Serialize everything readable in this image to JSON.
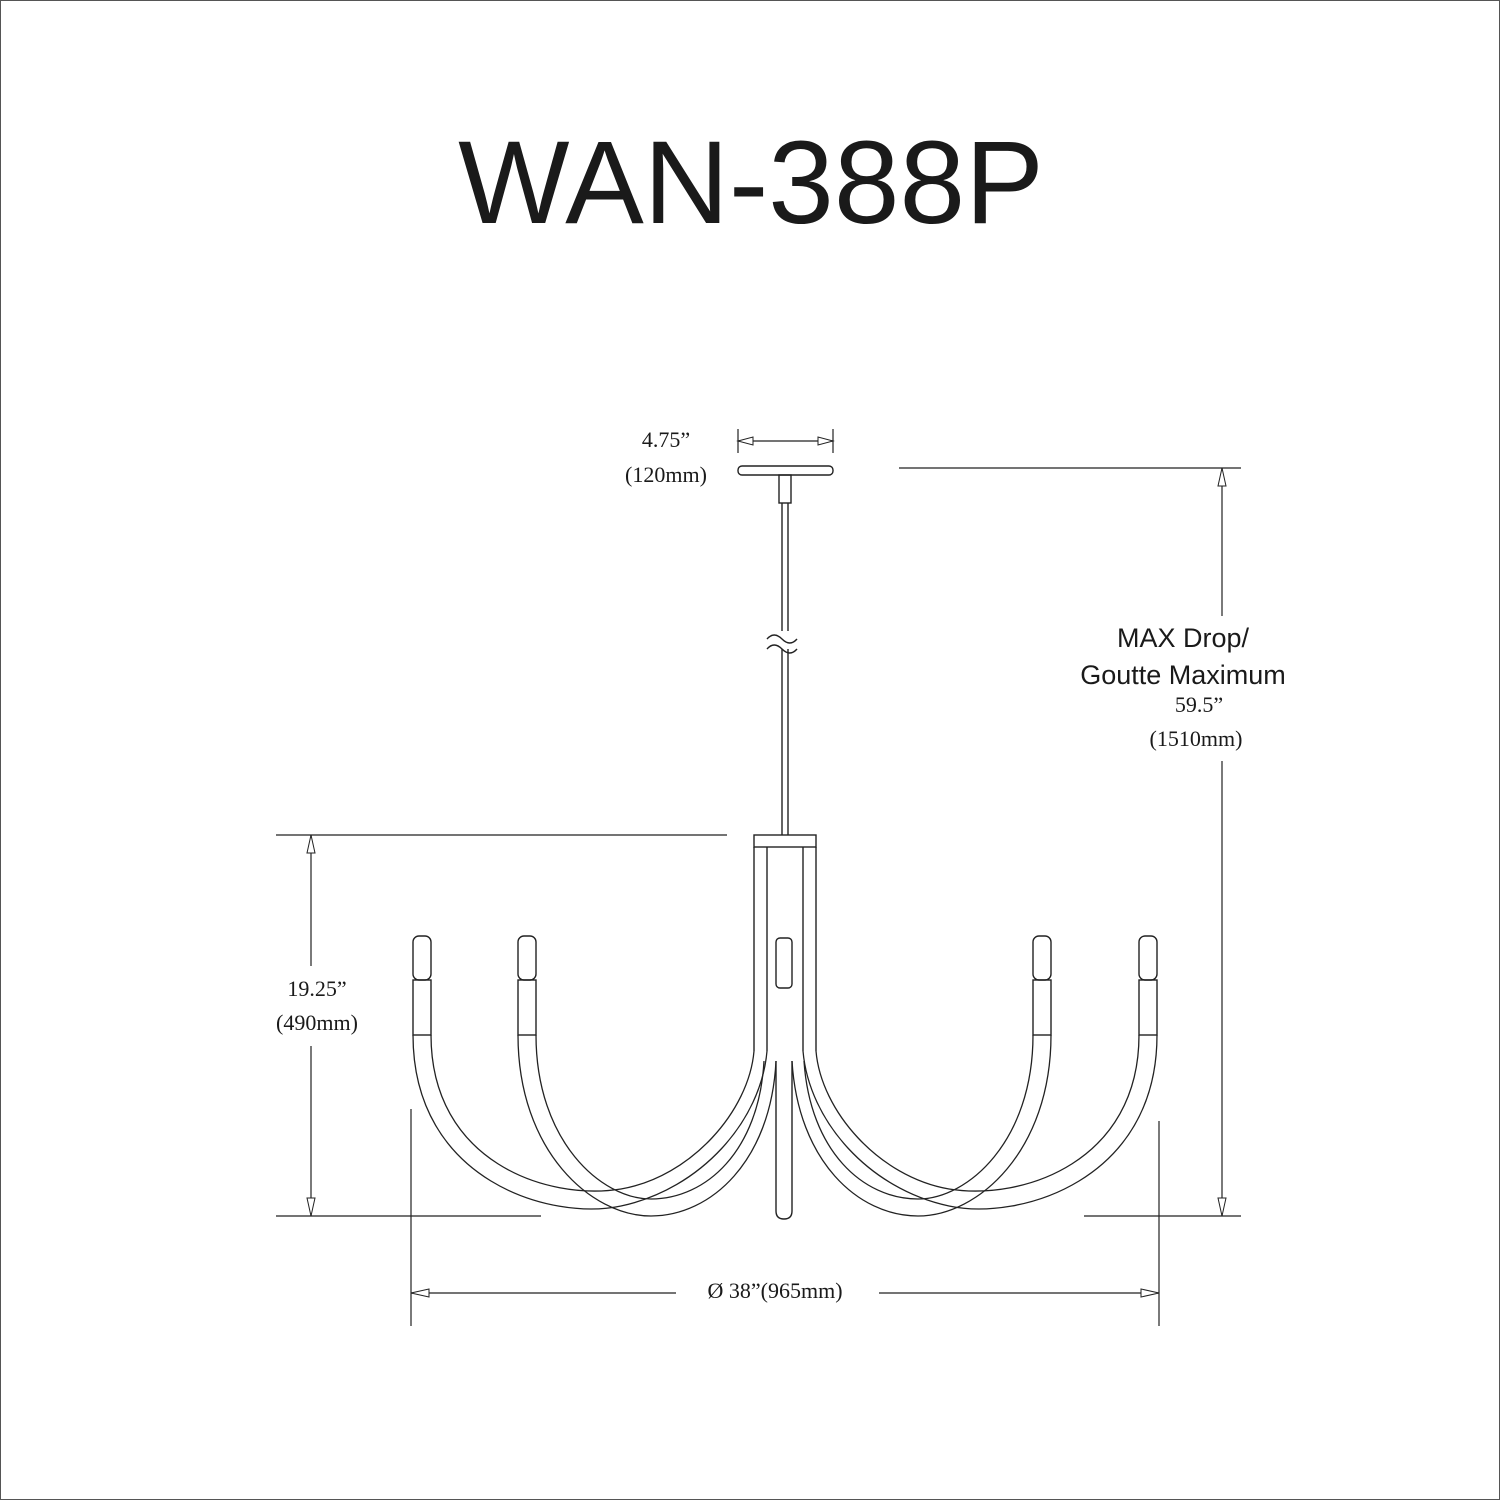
{
  "title": "WAN-388P",
  "canopy": {
    "inches": "4.75”",
    "mm": "(120mm)"
  },
  "max_drop": {
    "label_en": "MAX Drop/",
    "label_fr": "Goutte Maximum",
    "inches": "59.5”",
    "mm": "(1510mm)"
  },
  "height": {
    "inches": "19.25”",
    "mm": "(490mm)"
  },
  "diameter": {
    "label": "Ø 38”(965mm)"
  }
}
